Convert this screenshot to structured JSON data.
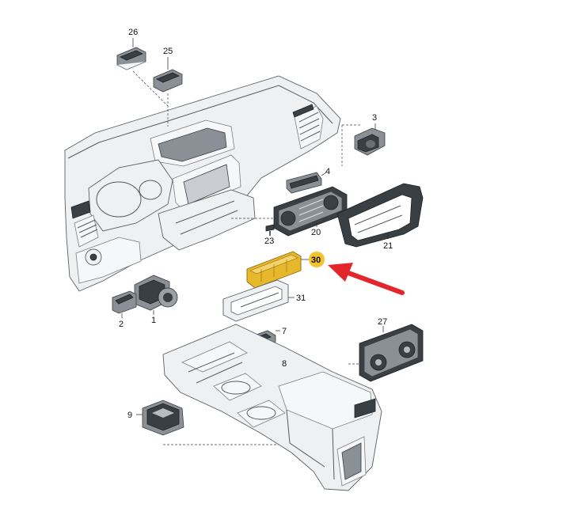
{
  "callouts": [
    {
      "id": "1",
      "label": "1"
    },
    {
      "id": "2",
      "label": "2"
    },
    {
      "id": "3",
      "label": "3"
    },
    {
      "id": "4",
      "label": "4"
    },
    {
      "id": "7",
      "label": "7"
    },
    {
      "id": "8",
      "label": "8"
    },
    {
      "id": "9",
      "label": "9"
    },
    {
      "id": "20",
      "label": "20"
    },
    {
      "id": "21",
      "label": "21"
    },
    {
      "id": "23",
      "label": "23"
    },
    {
      "id": "25",
      "label": "25"
    },
    {
      "id": "26",
      "label": "26"
    },
    {
      "id": "27",
      "label": "27"
    },
    {
      "id": "30",
      "label": "30"
    },
    {
      "id": "31",
      "label": "31"
    }
  ],
  "highlight": {
    "label": "30",
    "badge_color": "#f2c230",
    "part_color": "#e8b82c",
    "arrow_color": "#e3262b"
  }
}
